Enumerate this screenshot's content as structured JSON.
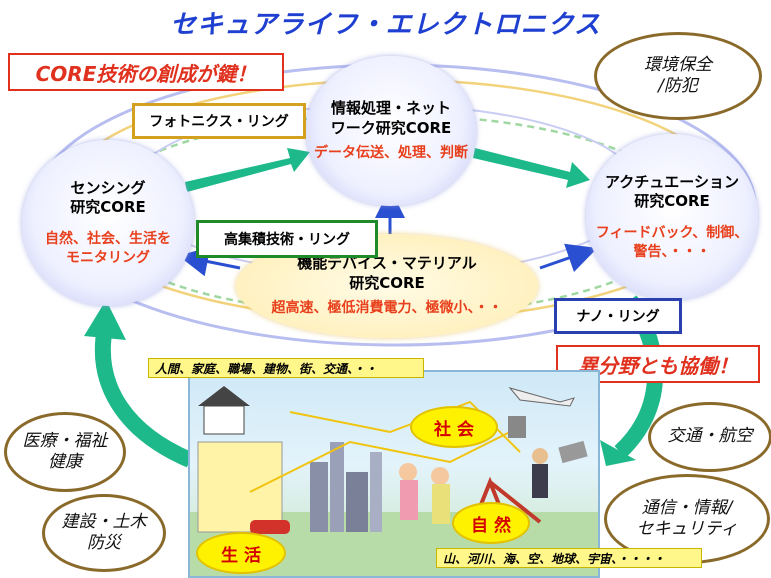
{
  "title": "セキュアライフ・エレクトロニクス",
  "core_banner": "CORE技術の創成が鍵！",
  "cores": {
    "info": {
      "title_line1": "情報処理・ネット",
      "title_line2": "ワーク研究CORE",
      "desc": "データ伝送、処理、判断"
    },
    "sensing": {
      "title_line1": "センシング",
      "title_line2": "研究CORE",
      "desc_line1": "自然、社会、生活を",
      "desc_line2": "モニタリング"
    },
    "actuation": {
      "title_line1": "アクチュエーション",
      "title_line2": "研究CORE",
      "desc_line1": "フィードバック、制御、",
      "desc_line2": "警告、・・・"
    },
    "device": {
      "title_line1": "機能デバイス・マテリアル",
      "title_line2": "研究CORE",
      "desc": "超高速、極低消費電力、極微小、・・"
    }
  },
  "rings": {
    "photonics": "フォトニクス・リング",
    "integration": "高集積技術・リング",
    "nano": "ナノ・リング"
  },
  "collab_banner": "異分野とも協働！",
  "fields": {
    "env": {
      "line1": "環境保全",
      "line2": "/防犯"
    },
    "medical": {
      "line1": "医療・福祉",
      "line2": "健康"
    },
    "construction": {
      "line1": "建設・土木",
      "line2": "防災"
    },
    "transport": {
      "line1": "交通・航空"
    },
    "comm": {
      "line1": "通信・情報/",
      "line2": "セキュリティ"
    }
  },
  "scene": {
    "top_tag": "人間、家庭、職場、建物、街、交通、・・",
    "bottom_tag": "山、河川、海、空、地球、宇宙、・・・・",
    "society": "社 会",
    "nature": "自 然",
    "life": "生 活"
  },
  "colors": {
    "title": "#1f3fd0",
    "highlight_red": "#e8401c",
    "arrow_green": "#1db98a",
    "arrow_blue": "#2a4fd0",
    "field_border": "#8a6a2a"
  }
}
